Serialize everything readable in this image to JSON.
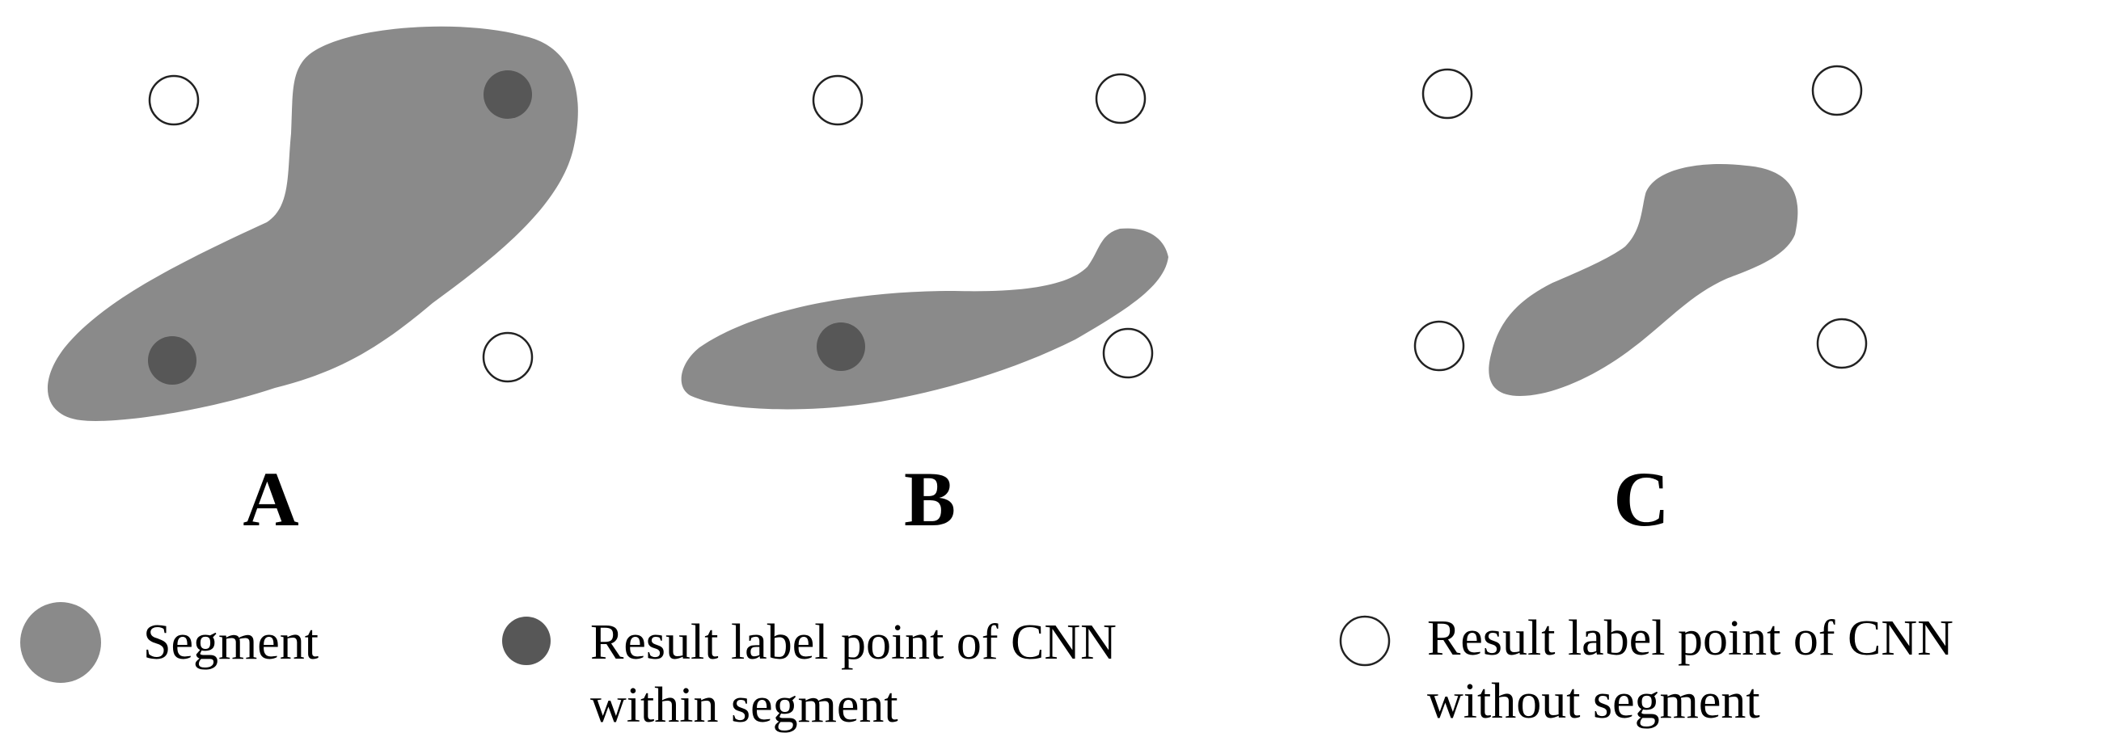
{
  "colors": {
    "segment": "#8a8a8a",
    "inside_point": "#575757",
    "outside_point_stroke": "#222222",
    "outside_point_fill": "#ffffff",
    "text": "#000000"
  },
  "panels": [
    {
      "label": "A",
      "inside_points": 2,
      "outside_points": 2
    },
    {
      "label": "B",
      "inside_points": 1,
      "outside_points": 3
    },
    {
      "label": "C",
      "inside_points": 0,
      "outside_points": 4
    }
  ],
  "legend": {
    "segment": {
      "icon": "segment-swatch",
      "text": "Segment"
    },
    "inside": {
      "icon": "filled-dark-circle",
      "line1": "Result label point of CNN",
      "line2": "within segment"
    },
    "outside": {
      "icon": "hollow-circle",
      "line1": "Result label point of CNN",
      "line2": "without segment"
    }
  }
}
